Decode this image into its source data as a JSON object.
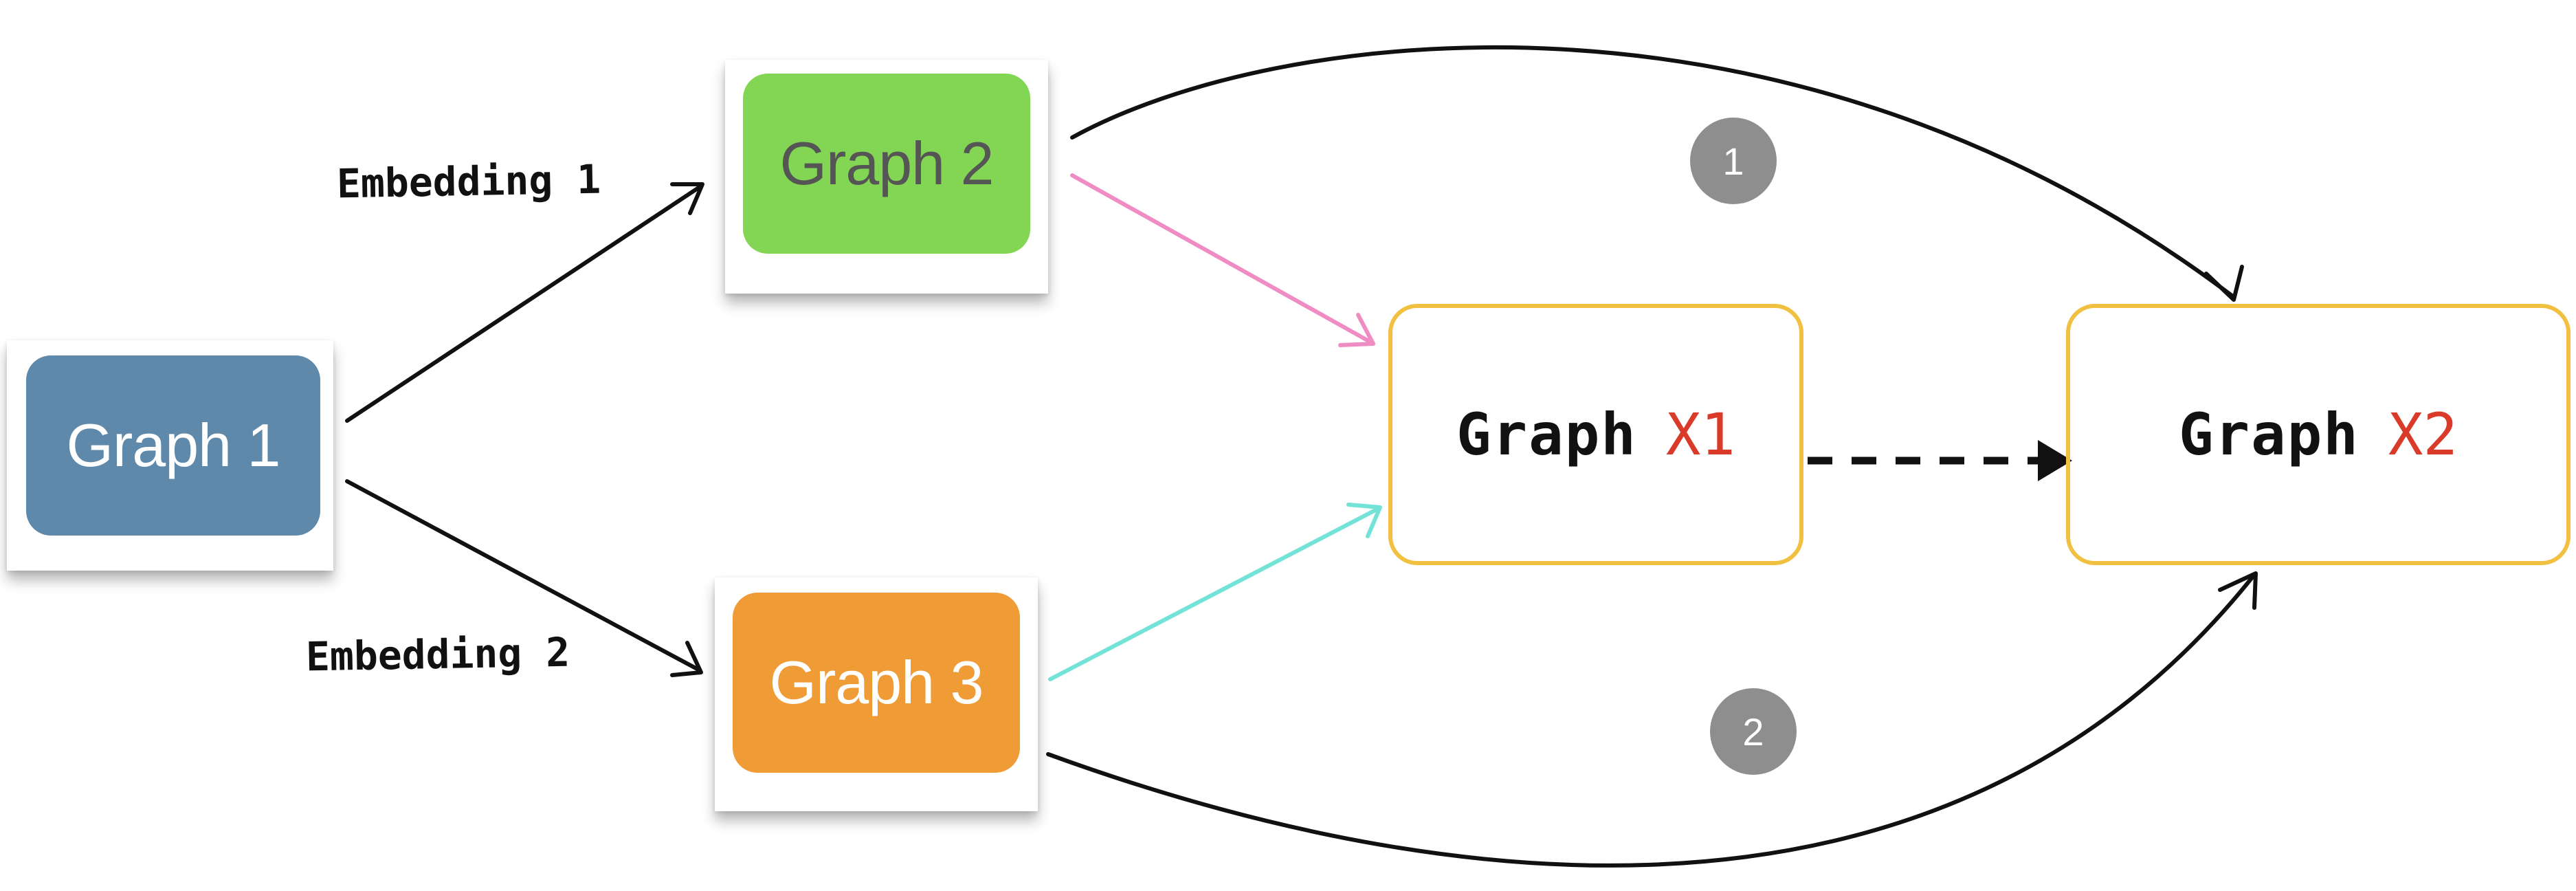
{
  "nodes": {
    "graph1": {
      "label": "Graph 1",
      "fill": "#5f89ab",
      "text_color": "#ffffff"
    },
    "graph2": {
      "label": "Graph 2",
      "fill": "#83d653",
      "text_color": "#555555"
    },
    "graph3": {
      "label": "Graph 3",
      "fill": "#ef9b36",
      "text_color": "#ffffff"
    },
    "graph_x1": {
      "label": "Graph",
      "suffix": "X1",
      "border": "#f2c040"
    },
    "graph_x2": {
      "label": "Graph",
      "suffix": "X2",
      "border": "#f2c040"
    }
  },
  "edge_labels": {
    "embedding1": "Embedding 1",
    "embedding2": "Embedding 2"
  },
  "badges": {
    "step1": "1",
    "step2": "2"
  },
  "colors": {
    "edge_default": "#111111",
    "edge_graph2_to_x1": "#f08cc4",
    "edge_graph3_to_x1": "#72e3d6",
    "suffix_red": "#d93a2a",
    "badge_gray": "#8e8e8e"
  },
  "edges": [
    {
      "from": "Graph 1",
      "to": "Graph 2",
      "label": "Embedding 1",
      "style": "solid"
    },
    {
      "from": "Graph 1",
      "to": "Graph 3",
      "label": "Embedding 2",
      "style": "solid"
    },
    {
      "from": "Graph 2",
      "to": "Graph X1",
      "style": "solid",
      "color": "pink"
    },
    {
      "from": "Graph 3",
      "to": "Graph X1",
      "style": "solid",
      "color": "teal"
    },
    {
      "from": "Graph X1",
      "to": "Graph X2",
      "style": "dashed"
    },
    {
      "from": "Graph 2",
      "to": "Graph X2",
      "style": "curved",
      "step": "1"
    },
    {
      "from": "Graph 3",
      "to": "Graph X2",
      "style": "curved",
      "step": "2"
    }
  ]
}
